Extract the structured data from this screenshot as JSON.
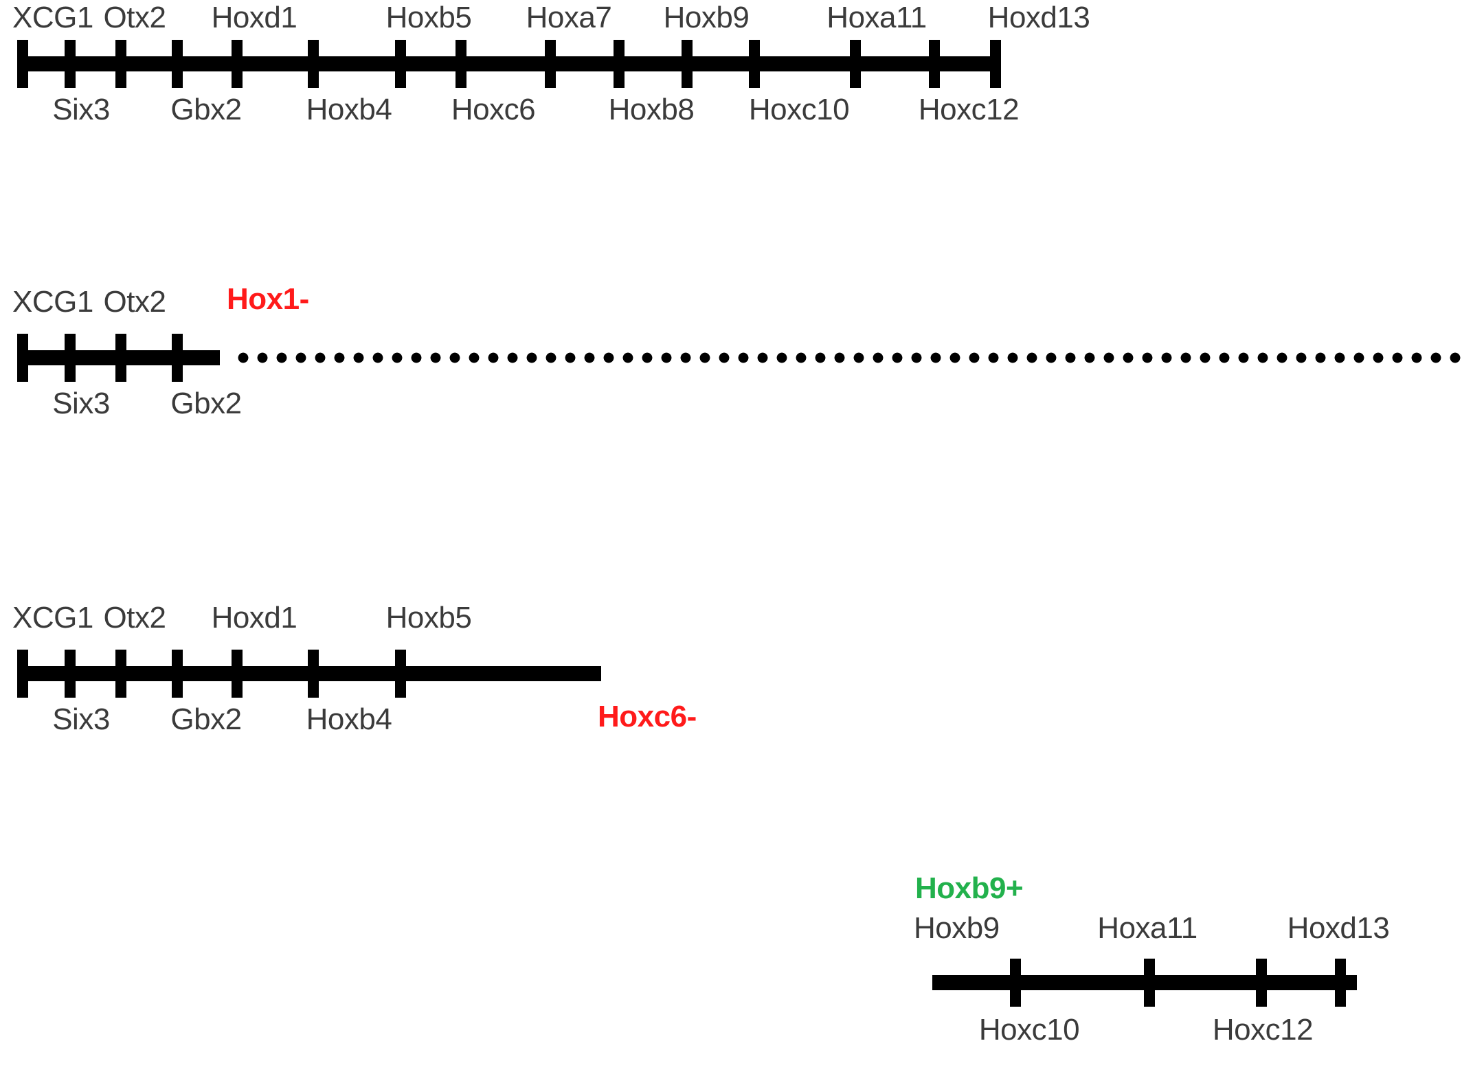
{
  "figure": {
    "type": "gene-marker-axis-diagram",
    "colors": {
      "line": "#000000",
      "label": "#3b3b3b",
      "negative_marker": "#ff1a1a",
      "positive_marker": "#22b14c",
      "background": "#ffffff"
    }
  },
  "rows": [
    {
      "id": "full-axis",
      "name": "complete-gene-axis",
      "labels_above": [
        "XCG1",
        "Otx2",
        "Hoxd1",
        "Hoxb5",
        "Hoxa7",
        "Hoxb9",
        "Hoxa11",
        "Hoxd13"
      ],
      "labels_below": [
        "Six3",
        "Gbx2",
        "Hoxb4",
        "Hoxc6",
        "Hoxb8",
        "Hoxc10",
        "Hoxc12"
      ],
      "tick_count": 15,
      "marker": null,
      "dotted": false
    },
    {
      "id": "hox1-minus-axis",
      "name": "truncated-axis-hox1-negative",
      "labels_above": [
        "XCG1",
        "Otx2"
      ],
      "labels_below": [
        "Six3",
        "Gbx2"
      ],
      "tick_count": 4,
      "marker": {
        "text": "Hox1-",
        "sign": "negative",
        "color": "#ff1a1a"
      },
      "dotted": true
    },
    {
      "id": "hoxc6-minus-axis",
      "name": "truncated-axis-hoxc6-negative",
      "labels_above": [
        "XCG1",
        "Otx2",
        "Hoxd1",
        "Hoxb5"
      ],
      "labels_below": [
        "Six3",
        "Gbx2",
        "Hoxb4"
      ],
      "tick_count": 7,
      "marker": {
        "text": "Hoxc6-",
        "sign": "negative",
        "color": "#ff1a1a"
      },
      "dotted": false
    },
    {
      "id": "hoxb9-plus-axis",
      "name": "posterior-axis-hoxb9-positive",
      "labels_above": [
        "Hoxb9",
        "Hoxa11",
        "Hoxd13"
      ],
      "labels_below": [
        "Hoxc10",
        "Hoxc12"
      ],
      "tick_count": 4,
      "marker": {
        "text": "Hoxb9+",
        "sign": "positive",
        "color": "#22b14c"
      },
      "dotted": false
    }
  ],
  "row1": {
    "above": {
      "l0": "XCG1",
      "l1": "Otx2",
      "l2": "Hoxd1",
      "l3": "Hoxb5",
      "l4": "Hoxa7",
      "l5": "Hoxb9",
      "l6": "Hoxa11",
      "l7": "Hoxd13"
    },
    "below": {
      "l0": "Six3",
      "l1": "Gbx2",
      "l2": "Hoxb4",
      "l3": "Hoxc6",
      "l4": "Hoxb8",
      "l5": "Hoxc10",
      "l6": "Hoxc12"
    }
  },
  "row2": {
    "above": {
      "l0": "XCG1",
      "l1": "Otx2"
    },
    "below": {
      "l0": "Six3",
      "l1": "Gbx2"
    },
    "marker": "Hox1-"
  },
  "row3": {
    "above": {
      "l0": "XCG1",
      "l1": "Otx2",
      "l2": "Hoxd1",
      "l3": "Hoxb5"
    },
    "below": {
      "l0": "Six3",
      "l1": "Gbx2",
      "l2": "Hoxb4"
    },
    "marker": "Hoxc6-"
  },
  "row4": {
    "above": {
      "l0": "Hoxb9",
      "l1": "Hoxa11",
      "l2": "Hoxd13"
    },
    "below": {
      "l0": "Hoxc10",
      "l1": "Hoxc12"
    },
    "marker": "Hoxb9+"
  }
}
